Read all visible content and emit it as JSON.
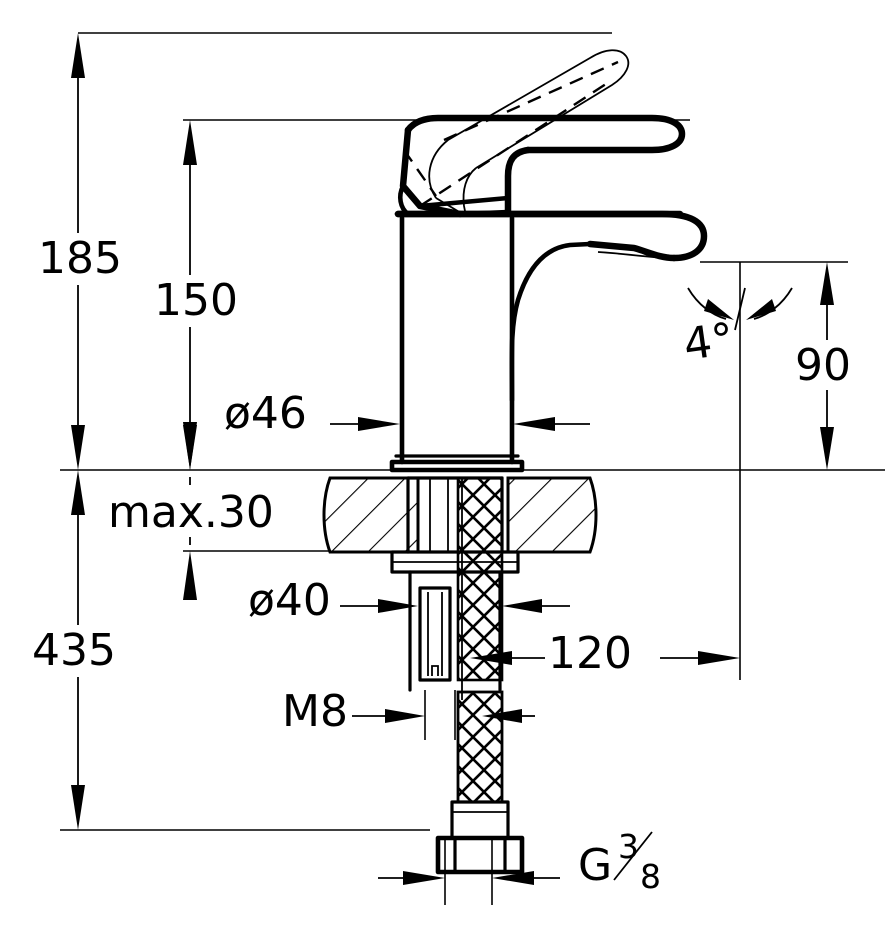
{
  "drawing": {
    "title": "Single-lever basin mixer dimensional drawing",
    "units": "mm",
    "line_color": "#000000",
    "background_color": "#ffffff"
  },
  "dimensions": {
    "overall_height": "185",
    "spout_to_lever_height": "150",
    "body_diameter": "ø46",
    "max_counter_thickness": "max.30",
    "shank_diameter": "ø40",
    "total_length": "435",
    "spout_height": "90",
    "spout_reach": "120",
    "tie_rod_thread": "M8",
    "spout_angle": "4°",
    "supply_thread_letter": "G",
    "supply_thread_numerator": "3",
    "supply_thread_denominator": "8"
  },
  "labels": {
    "h185": "185",
    "h150": "150",
    "d46": "ø46",
    "max30": "max.30",
    "d40": "ø40",
    "h435": "435",
    "h90": "90",
    "w120": "120",
    "m8": "M8",
    "ang4": "4°",
    "gthread_letter": "G",
    "gthread_num": "3",
    "gthread_den": "8"
  }
}
